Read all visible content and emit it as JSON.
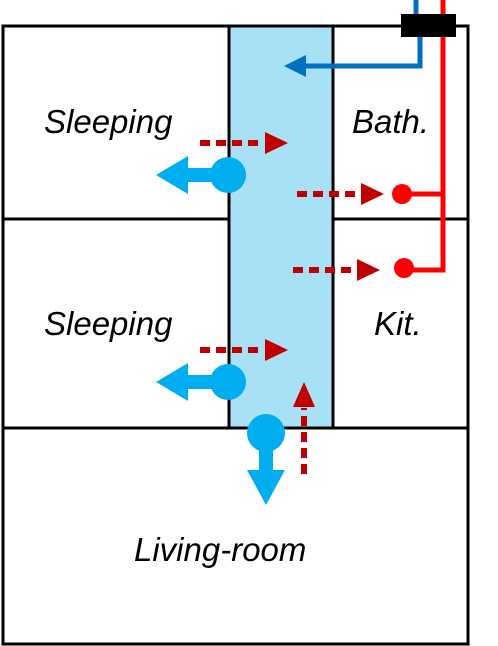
{
  "rooms": {
    "sleeping_1": "Sleeping",
    "sleeping_2": "Sleeping",
    "bath": "Bath.",
    "kitchen": "Kit.",
    "living": "Living-room"
  },
  "colors": {
    "wall": "#000000",
    "corridor_fill": "#a8e0f5",
    "supply_air": "#00aeef",
    "extract_air": "#c00000",
    "cold_water": "#0070c0",
    "hot_water": "#ff0000",
    "unit": "#000000"
  },
  "icons": {
    "ventilation_unit": "black-rectangle",
    "supply_terminal": "blue-circle-with-arrow",
    "extract_terminal": "red-dot"
  }
}
